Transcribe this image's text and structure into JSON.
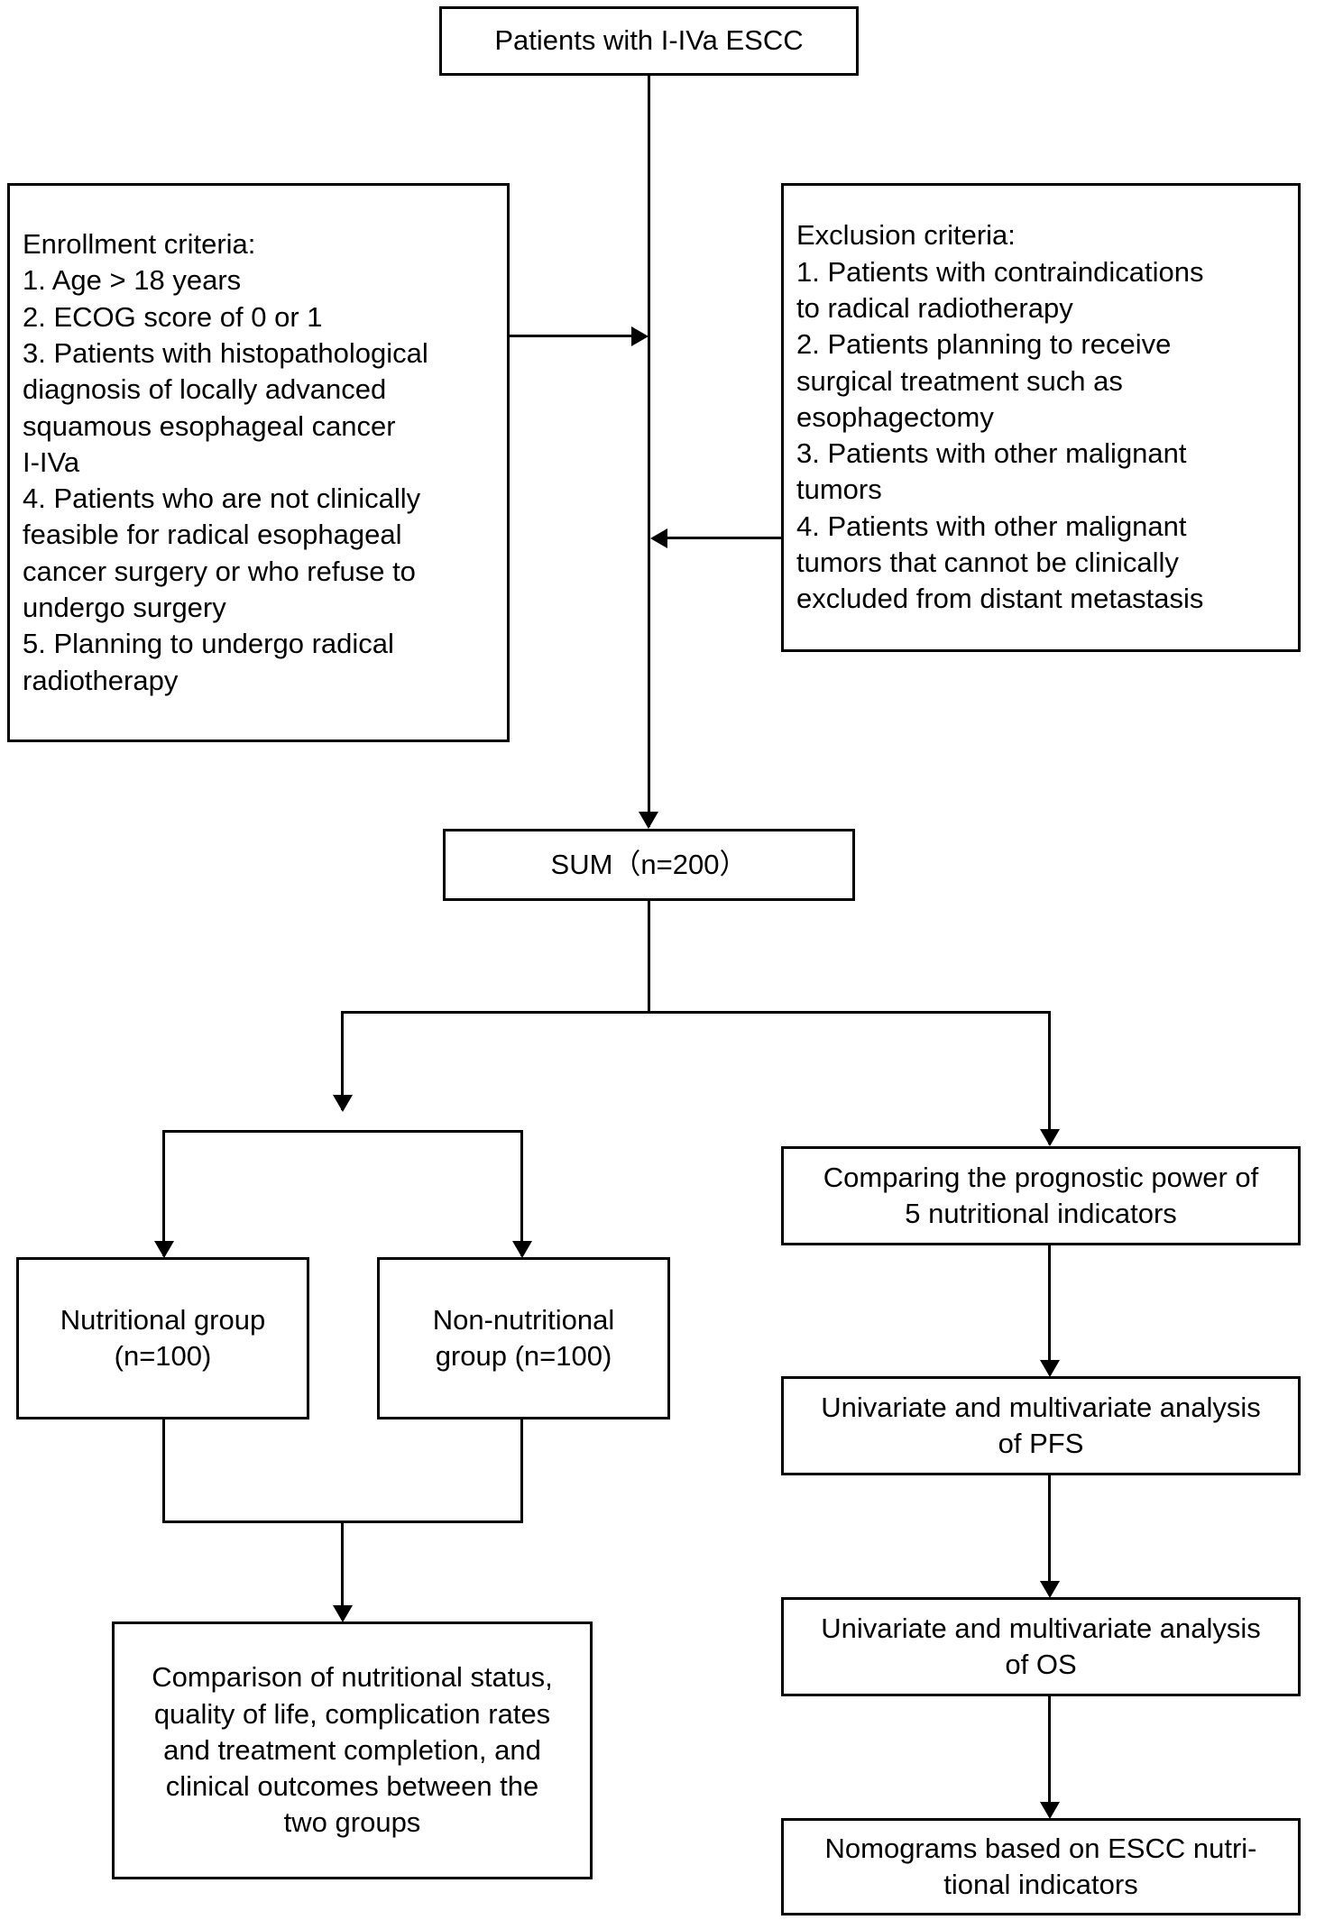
{
  "diagram": {
    "title": "ESCC nutritional study flowchart",
    "type": "flowchart",
    "line_color": "#000000",
    "box_fill": "#ffffff"
  },
  "nodes": {
    "top": {
      "label": "Patients with I-IVa ESCC"
    },
    "enrollment": {
      "heading": "Enrollment criteria:",
      "items": [
        "1. Age > 18 years",
        "2. ECOG score of 0 or 1",
        "3. Patients with histopathological",
        "diagnosis of locally advanced",
        "squamous esophageal cancer",
        "I-IVa",
        "4. Patients who are not clinically",
        "feasible for radical esophageal",
        "cancer surgery or who refuse to",
        "undergo surgery",
        "5. Planning to undergo radical",
        "radiotherapy"
      ]
    },
    "exclusion": {
      "heading": "Exclusion criteria:",
      "items": [
        "1. Patients with contraindications",
        "to radical radiotherapy",
        "2. Patients planning to receive",
        "surgical treatment such as",
        "esophagectomy",
        "3. Patients with other malignant",
        "tumors",
        "4. Patients with other malignant",
        "tumors that cannot be clinically",
        "excluded from distant metastasis"
      ]
    },
    "sum": {
      "label": "SUM（n=200）"
    },
    "nutritional_group": {
      "line1": "Nutritional group",
      "line2": "(n=100)"
    },
    "non_nutritional_group": {
      "line1": "Non-nutritional",
      "line2": "group (n=100)"
    },
    "comparison": {
      "line1": "Comparison of nutritional status,",
      "line2": "quality of life, complication rates",
      "line3": "and treatment completion, and",
      "line4": "clinical outcomes between the",
      "line5": "two groups"
    },
    "prognostic_power": {
      "line1": "Comparing the prognostic power of",
      "line2": "5 nutritional indicators"
    },
    "pfs_analysis": {
      "line1": "Univariate and multivariate analysis",
      "line2": "of PFS"
    },
    "os_analysis": {
      "line1": "Univariate and multivariate analysis",
      "line2": "of OS"
    },
    "nomograms": {
      "line1": "Nomograms based on ESCC nutri-",
      "line2": "tional indicators"
    }
  }
}
